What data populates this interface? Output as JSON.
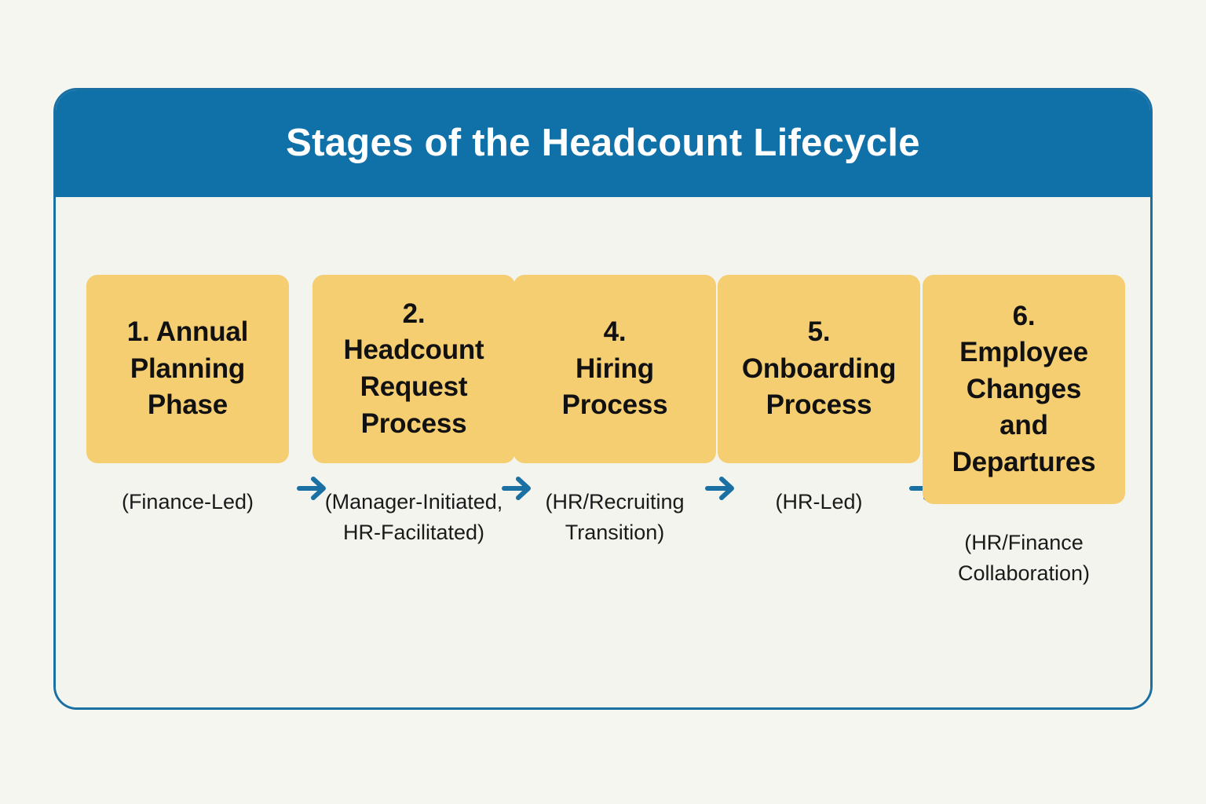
{
  "page": {
    "background_color": "#f6f6f1"
  },
  "card": {
    "border_color": "#1a6fa3",
    "header_color": "#1070a8",
    "body_color": "#f4f4ef",
    "title": "Stages of the Headcount Lifecycle"
  },
  "diagram": {
    "type": "flow",
    "direction": "left-to-right",
    "box_color": "#f5ce72",
    "arrow_color": "#1a6fa3",
    "arrow_glyph": "right-arrow",
    "arrow_count": 4,
    "stages": [
      {
        "label": "1. Annual\nPlanning\nPhase",
        "caption": "(Finance-Led)"
      },
      {
        "label": "2.\nHeadcount\nRequest\nProcess",
        "caption": "(Manager-Initiated,\nHR-Facilitated)"
      },
      {
        "label": "4.\nHiring\nProcess",
        "caption": "(HR/Recruiting\nTransition)"
      },
      {
        "label": "5.\nOnboarding\nProcess",
        "caption": "(HR-Led)"
      },
      {
        "label": "6.\nEmployee\nChanges\nand\nDepartures",
        "caption": "(HR/Finance\nCollaboration)"
      }
    ]
  }
}
